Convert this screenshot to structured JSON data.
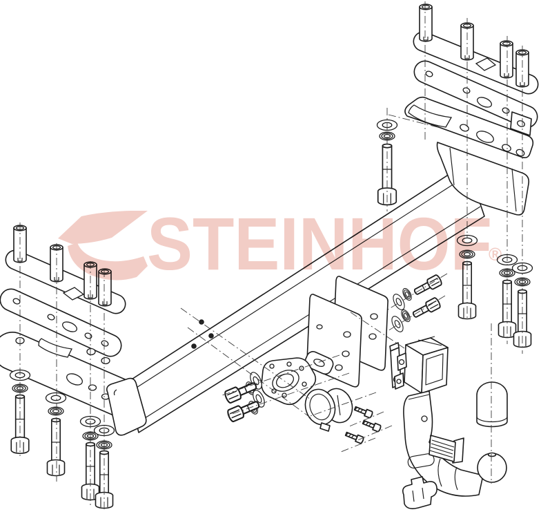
{
  "watermark": {
    "brand": "STEINHOF",
    "registered_mark": "®"
  },
  "colors": {
    "background": "#ffffff",
    "line_art": "#1c1c1c",
    "watermark_pink": "#f2cdc6",
    "centerline": "#3a3a3a",
    "dot_fill": "#111111"
  },
  "diagram": {
    "type": "exploded-assembly-line-drawing",
    "subject": "towbar mounting kit with detachable swan-neck tow ball",
    "parts": [
      "right mounting plate with four spacer studs",
      "right gasket plate",
      "right side bracket",
      "left mounting plate with four spacer studs",
      "left gasket plate",
      "left side bracket",
      "main crossbar",
      "center gusset plates",
      "hex bolts",
      "flat washers",
      "spring washers",
      "tow flange with bolts and washers",
      "socket housing with three screws",
      "receiver housing",
      "detachable swan neck",
      "tow ball with cover cap",
      "retaining clip"
    ]
  }
}
